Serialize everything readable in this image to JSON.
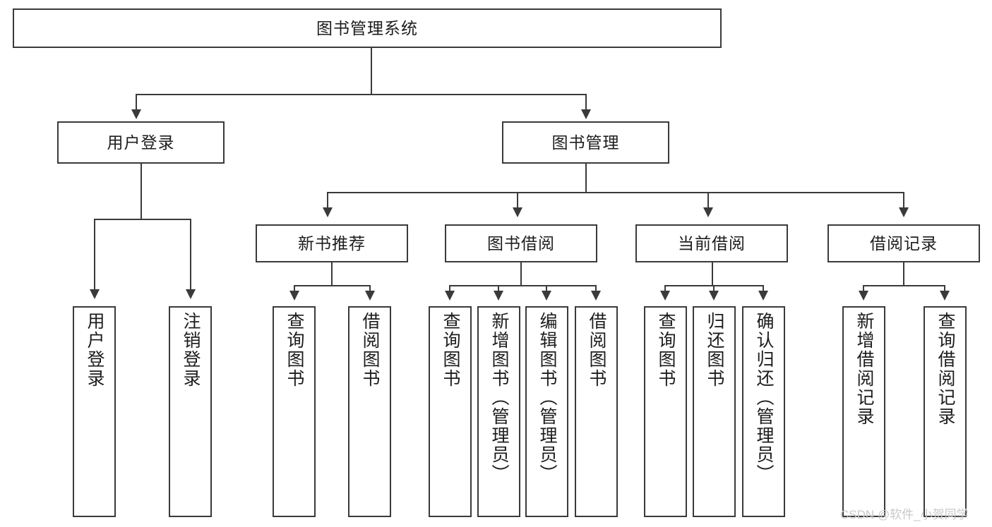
{
  "diagram": {
    "type": "tree-hierarchy",
    "title": "图书管理系统",
    "root": {
      "label": "图书管理系统"
    },
    "level2": [
      {
        "label": "用户登录"
      },
      {
        "label": "图书管理"
      }
    ],
    "level3": [
      {
        "label": "新书推荐"
      },
      {
        "label": "图书借阅"
      },
      {
        "label": "当前借阅"
      },
      {
        "label": "借阅记录"
      }
    ],
    "leaves": {
      "user_login": [
        {
          "label": "用户登录"
        },
        {
          "label": "注销登录"
        }
      ],
      "new_book_recommend": [
        {
          "label": "查询图书"
        },
        {
          "label": "借阅图书"
        }
      ],
      "book_borrow": [
        {
          "label": "查询图书"
        },
        {
          "label": "新增图书（管理员）"
        },
        {
          "label": "编辑图书（管理员）"
        },
        {
          "label": "借阅图书"
        }
      ],
      "current_borrow": [
        {
          "label": "查询图书"
        },
        {
          "label": "归还图书"
        },
        {
          "label": "确认归还（管理员）"
        }
      ],
      "borrow_record": [
        {
          "label": "新增借阅记录"
        },
        {
          "label": "查询借阅记录"
        }
      ]
    }
  },
  "watermark": {
    "text": "CSDN @软件_小贺同学"
  },
  "colors": {
    "stroke": "#3a3a3a",
    "background": "#ffffff",
    "text": "#1d1d1d",
    "watermark": "#c9c9c9"
  }
}
